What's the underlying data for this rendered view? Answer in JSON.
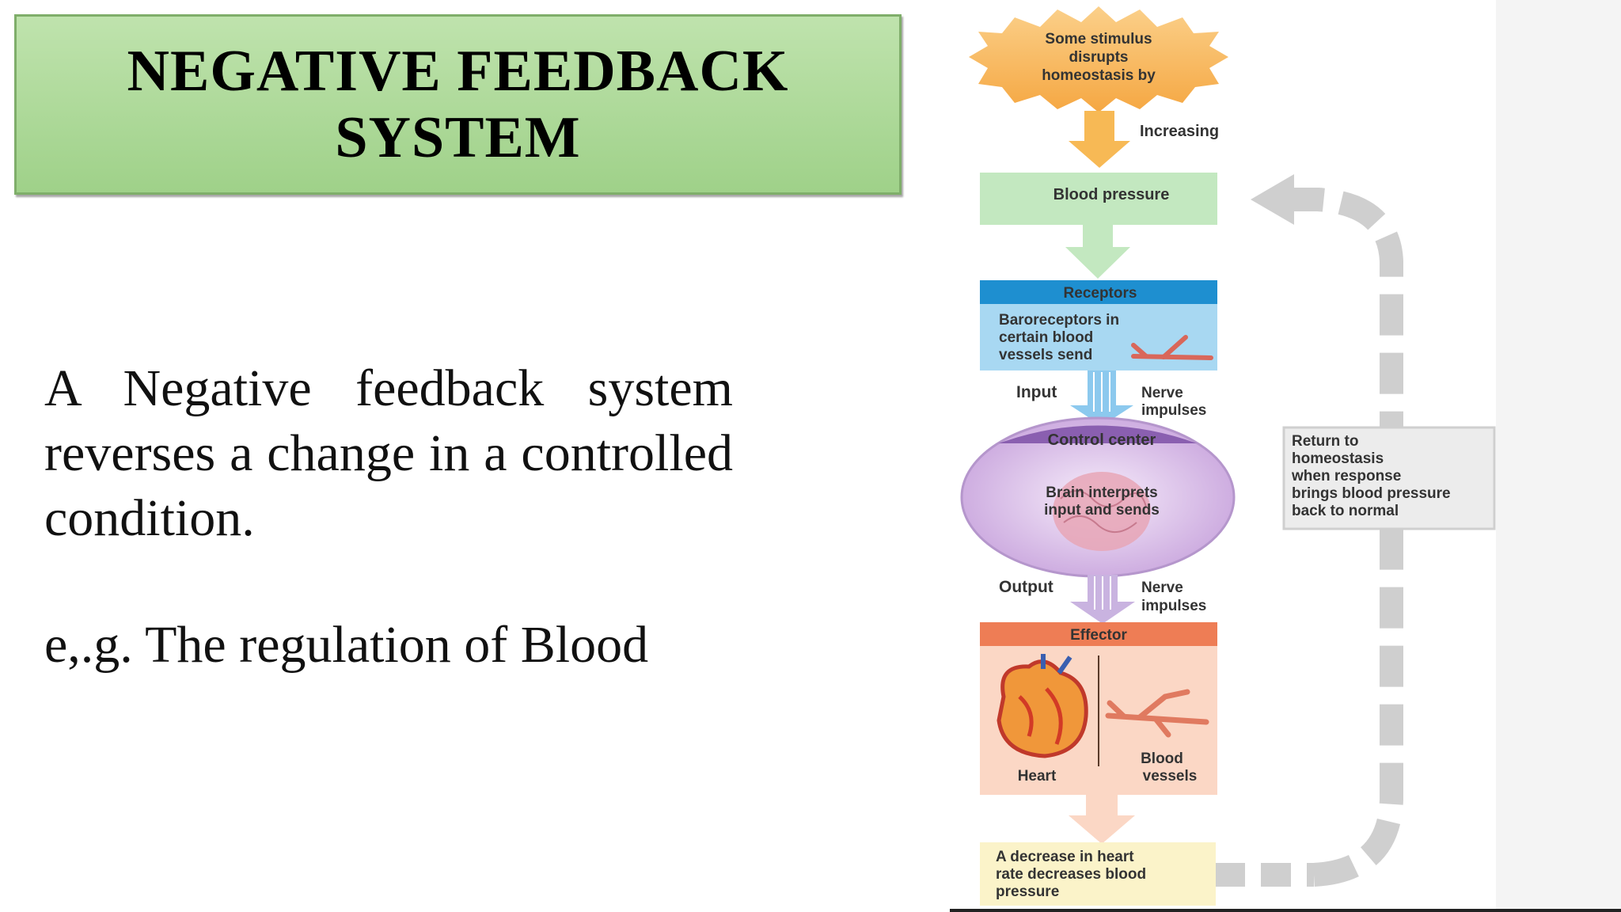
{
  "title": {
    "line1": "NEGATIVE FEEDBACK",
    "line2": "SYSTEM"
  },
  "body": {
    "definition": "A Negative feedback system reverses a change in a controlled condition.",
    "example": "e,.g. The regulation of Blood"
  },
  "diagram": {
    "stimulus": [
      "Some stimulus",
      "disrupts",
      "homeostasis by"
    ],
    "increasing": "Increasing",
    "controlled_condition": "Blood pressure",
    "receptors_header": "Receptors",
    "receptors_text": [
      "Baroreceptors in",
      "certain blood",
      "vessels send"
    ],
    "input_label": "Input",
    "nerve_impulses_1": [
      "Nerve",
      "impulses"
    ],
    "control_header": "Control center",
    "control_text": [
      "Brain interprets",
      "input and sends"
    ],
    "output_label": "Output",
    "nerve_impulses_2": [
      "Nerve",
      "impulses"
    ],
    "effector_header": "Effector",
    "heart_label": "Heart",
    "vessels_label": [
      "Blood",
      "vessels"
    ],
    "response": [
      "A decrease in heart",
      "rate decreases blood",
      "pressure"
    ],
    "return": [
      "Return to",
      "homeostasis",
      "when response",
      "brings blood pressure",
      "back to normal"
    ]
  },
  "colors": {
    "title_green": "#a8d894",
    "stimulus_orange": "#f7b955",
    "condition_green": "#c3e8c0",
    "receptor_blue": "#1e8fd0",
    "receptor_light": "#a8d8f2",
    "control_purple": "#b99bd1",
    "effector_orange": "#ee7d55",
    "effector_light": "#fbd7c5",
    "response_yellow": "#fbf3c9",
    "loop_gray": "#cfcfcf"
  }
}
